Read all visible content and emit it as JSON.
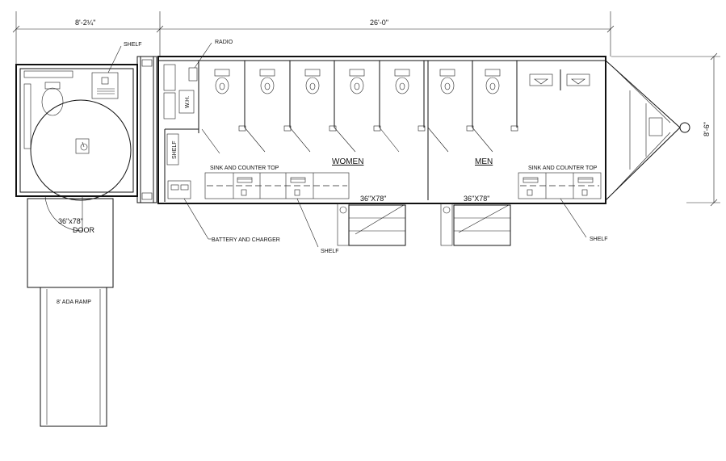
{
  "dimensions": {
    "left_width": "8'-2¼\"",
    "overall_length": "26'-0\"",
    "overall_height": "8'-6\""
  },
  "labels": {
    "shelf_ada": "SHELF",
    "radio": "RADIO",
    "water_heater": "W.H.",
    "shelf_vertical": "SHELF",
    "women": "WOMEN",
    "men": "MEN",
    "sink_counter_women": "SINK AND COUNTER TOP",
    "sink_counter_men": "SINK AND COUNTER TOP",
    "door_women": "36\"X78\"",
    "door_men": "36\"X78\"",
    "ada_door_size": "36\"x78\"",
    "ada_door_word": "DOOR",
    "ada_ramp": "8' ADA RAMP",
    "battery": "BATTERY AND CHARGER",
    "shelf_bottom_mid": "SHELF",
    "shelf_bottom_right": "SHELF"
  },
  "stalls": {
    "women_count": 5,
    "men_count": 2,
    "urinal_count": 2
  }
}
